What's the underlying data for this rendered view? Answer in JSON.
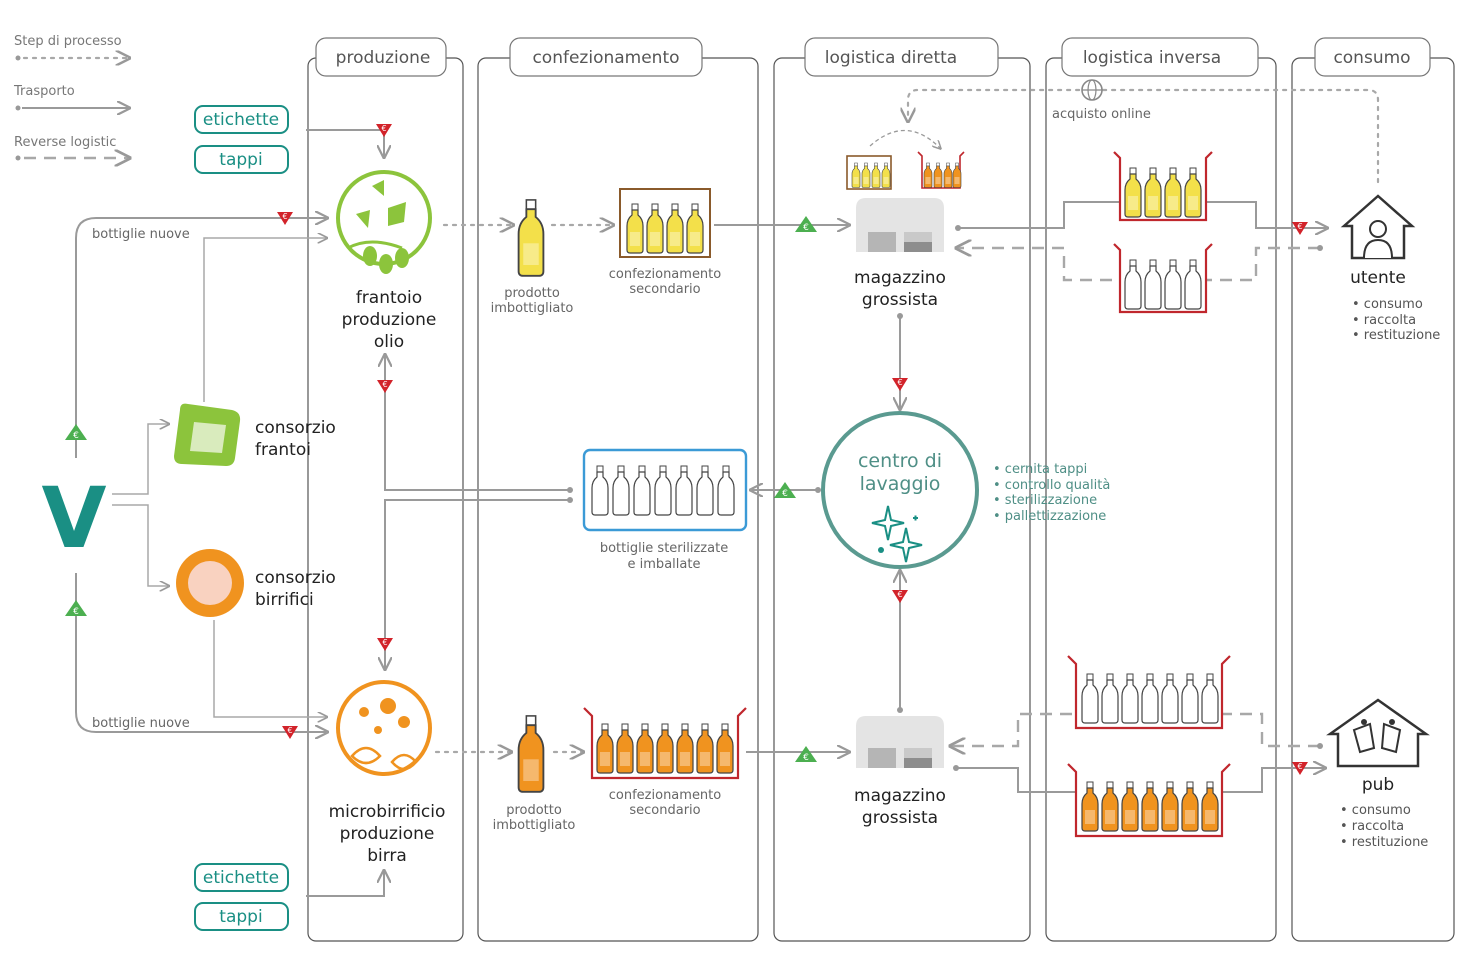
{
  "legend": {
    "process_step": "Step di processo",
    "transport": "Trasporto",
    "reverse_logistic": "Reverse logistic"
  },
  "columns": [
    "produzione",
    "confezionamento",
    "logistica diretta",
    "logistica inversa",
    "consumo"
  ],
  "inputs": {
    "labels": "etichette",
    "caps": "tappi",
    "new_bottles_top": "bottiglie nuove",
    "new_bottles_bottom": "bottiglie nuove"
  },
  "origin": {
    "logo_letter": "V"
  },
  "consortia": {
    "oil": [
      "consorzio",
      "frantoi"
    ],
    "beer": [
      "consorzio",
      "birrifici"
    ]
  },
  "producers": {
    "oil": [
      "frantoio",
      "produzione",
      "olio"
    ],
    "beer": [
      "microbirrificio",
      "produzione",
      "birra"
    ]
  },
  "packaging": {
    "bottled_oil": [
      "prodotto",
      "imbottigliato"
    ],
    "secondary_oil": [
      "confezionamento",
      "secondario"
    ],
    "bottled_beer": [
      "prodotto",
      "imbottigliato"
    ],
    "secondary_beer": [
      "confezionamento",
      "secondario"
    ],
    "sterilized": [
      "bottiglie sterilizzate",
      "e imballate"
    ]
  },
  "warehouses": {
    "top": [
      "magazzino",
      "grossista"
    ],
    "bottom": [
      "magazzino",
      "grossista"
    ]
  },
  "washing": {
    "title": [
      "centro di",
      "lavaggio"
    ],
    "steps": [
      "• cernita tappi",
      "• controllo qualità",
      "• sterilizzazione",
      "• pallettizzazione"
    ]
  },
  "online": "acquisto online",
  "consumers": {
    "user": {
      "label": "utente",
      "steps": [
        "• consumo",
        "• raccolta",
        "• restituzione"
      ]
    },
    "pub": {
      "label": "pub",
      "steps": [
        "• consumo",
        "• raccolta",
        "• restituzione"
      ]
    }
  },
  "currency_symbol": "€",
  "colors": {
    "teal": "#1a8f84",
    "oil_green": "#8cc43c",
    "oil_yellow": "#f3e04a",
    "beer_orange": "#f0931f",
    "crate_red": "#c0272d",
    "crate_brown": "#8a5a2b",
    "sterile_blue": "#3b9ad6",
    "wash_teal": "#5a9a90",
    "grey_line": "#9a9a9a",
    "green_badge": "#4caf50",
    "red_badge": "#d2232a"
  }
}
